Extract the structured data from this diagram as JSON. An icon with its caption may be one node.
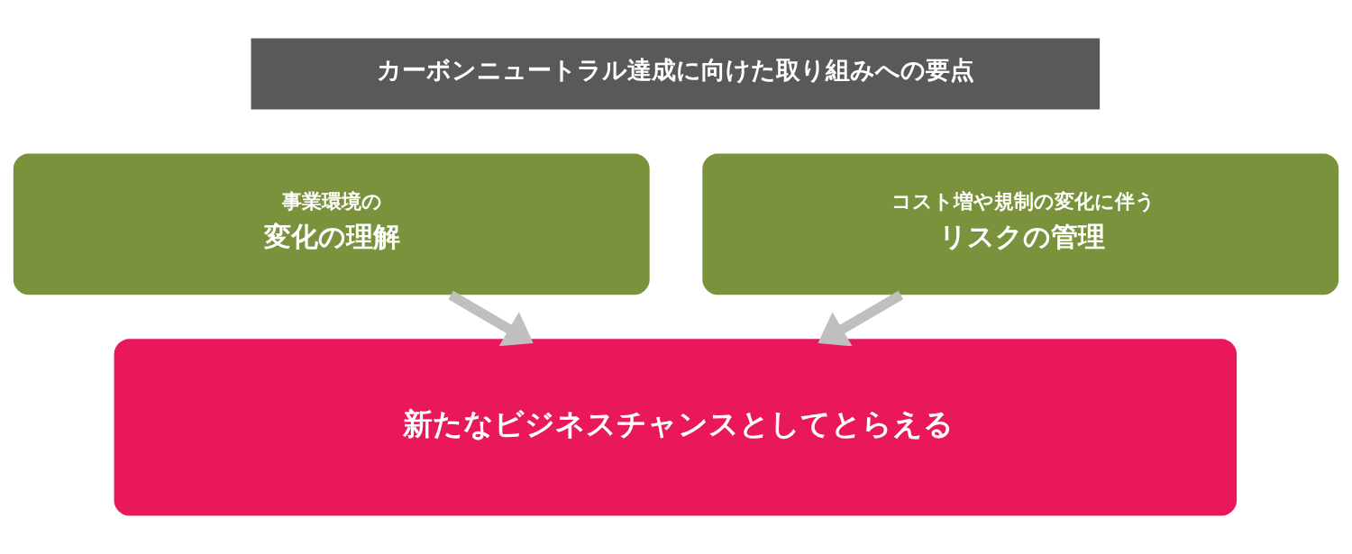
{
  "diagram": {
    "nodes": [
      {
        "text": [
          "カーボンニュートラル達成に向けた取り組みへの要点"
        ]
      },
      {
        "text": [
          "事業環境の",
          "変化の理解"
        ]
      },
      {
        "text": [
          "コスト増や規制の変化に伴う",
          "リスクの管理"
        ]
      },
      {
        "text": [
          "新たなビジネスチャンスとしてとらえる"
        ]
      }
    ],
    "edges": [
      {
        "from": 1,
        "to": 3,
        "arrow": "to"
      },
      {
        "from": 2,
        "to": 3,
        "arrow": "to"
      }
    ]
  }
}
